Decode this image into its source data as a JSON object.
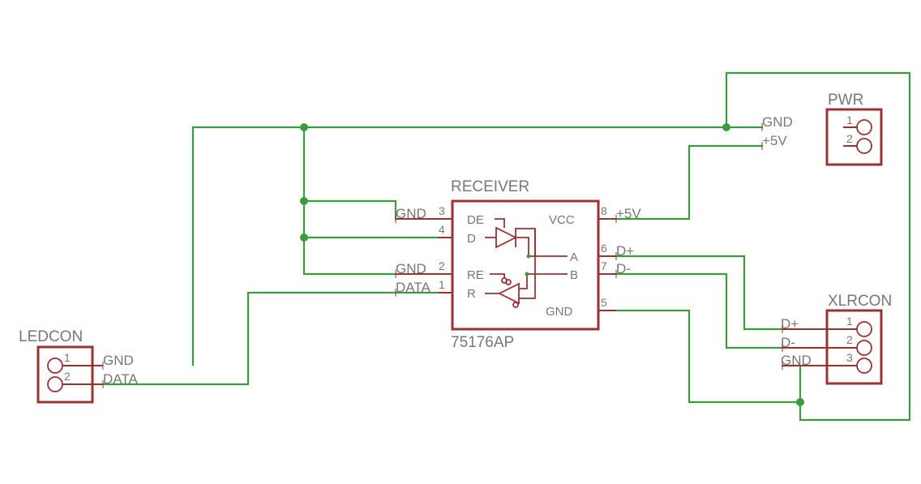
{
  "colors": {
    "wire": "#3d9a3d",
    "part": "#993333",
    "text": "#777777"
  },
  "parts": {
    "receiver": {
      "name": "RECEIVER",
      "value": "75176AP",
      "pin_labels": {
        "de": "DE",
        "d": "D",
        "re": "RE",
        "r": "R",
        "vcc": "VCC",
        "a": "A",
        "b": "B",
        "gnd": "GND"
      },
      "pin_numbers": {
        "p3": "3",
        "p4": "4",
        "p2": "2",
        "p1": "1",
        "p8": "8",
        "p6": "6",
        "p7": "7",
        "p5": "5"
      }
    },
    "pwr": {
      "name": "PWR",
      "pin_numbers": [
        "1",
        "2"
      ]
    },
    "xlrcon": {
      "name": "XLRCON",
      "pin_numbers": [
        "1",
        "2",
        "3"
      ]
    },
    "ledcon": {
      "name": "LEDCON",
      "pin_numbers": [
        "1",
        "2"
      ]
    }
  },
  "net_labels": {
    "pwr_gnd": "GND",
    "pwr_5v": "+5V",
    "recv_gnd_3": "GND",
    "recv_gnd_2": "GND",
    "recv_data": "DATA",
    "recv_5v": "+5V",
    "recv_dplus": "D+",
    "recv_dminus": "D-",
    "xlr_dplus": "D+",
    "xlr_dminus": "D-",
    "xlr_gnd": "GND",
    "led_gnd": "GND",
    "led_data": "DATA"
  }
}
